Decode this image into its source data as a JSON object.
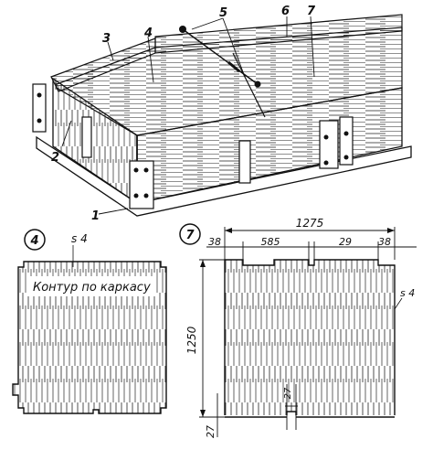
{
  "top_drawing": {
    "callouts": [
      "1",
      "2",
      "3",
      "4",
      "5",
      "6",
      "7"
    ]
  },
  "part4": {
    "number": "4",
    "thickness": "s 4",
    "contour_note": "Контур по каркасу"
  },
  "part7": {
    "number": "7",
    "thickness": "s 4",
    "dims": {
      "overall_width": "1275",
      "edge_left": "38",
      "edge_right": "38",
      "slot_inner_left": "585",
      "slot_width": "29",
      "height": "1250",
      "bottom_notch": "27",
      "notch_width": "27"
    }
  }
}
